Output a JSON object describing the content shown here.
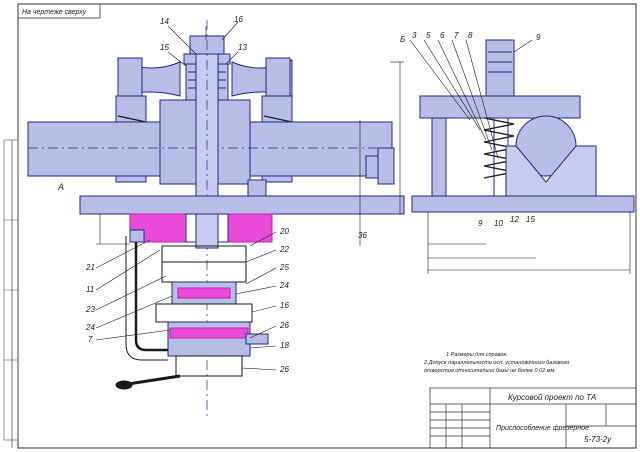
{
  "stamp_text": "На чертеже сверху",
  "title_block": {
    "course": "Курсовой проект по ТА",
    "name": "Приспособление фрезерное",
    "code": "5-73-2у"
  },
  "note_lines": [
    "1 Размеры для справок.",
    "2 Допуск параллельности осп. установочного базового",
    "отверстия относительно базы не более 0,02 мм."
  ],
  "callouts_left": [
    "21",
    "11",
    "23",
    "24",
    "7"
  ],
  "callouts_top": [
    "14",
    "16",
    "15",
    "13"
  ],
  "callouts_right_main": [
    "20",
    "22",
    "25",
    "24",
    "16",
    "26",
    "18",
    "26"
  ],
  "callouts_side_top": [
    "3",
    "5",
    "6",
    "7",
    "8",
    "9"
  ],
  "callouts_side_bottom": [
    "9",
    "10",
    "12",
    "15"
  ],
  "view_letters": [
    "А",
    "Б"
  ],
  "part_label_right": "36",
  "colors": {
    "line": "#1f2a8a",
    "fill": "#b8bde6",
    "section": "#e94bd8",
    "ink": "#1a1a1a"
  }
}
